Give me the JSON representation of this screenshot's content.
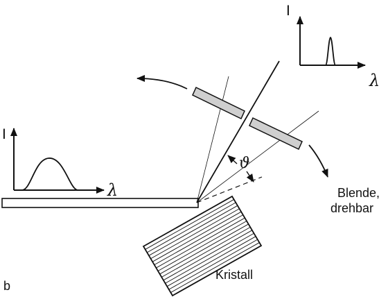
{
  "labels": {
    "intensity_top": "I",
    "lambda_top": "λ",
    "intensity_left": "I",
    "lambda_left": "λ",
    "theta": "ϑ",
    "aperture_line1": "Blende,",
    "aperture_line2": "drehbar",
    "crystal": "Kristall",
    "panel": "b"
  },
  "icons": {
    "rotation_arrow": "curved-double-arrow",
    "axis_arrow": "arrowhead"
  },
  "colors": {
    "line": "#111111",
    "slit_fill": "#cfcfcf",
    "background": "#ffffff"
  }
}
